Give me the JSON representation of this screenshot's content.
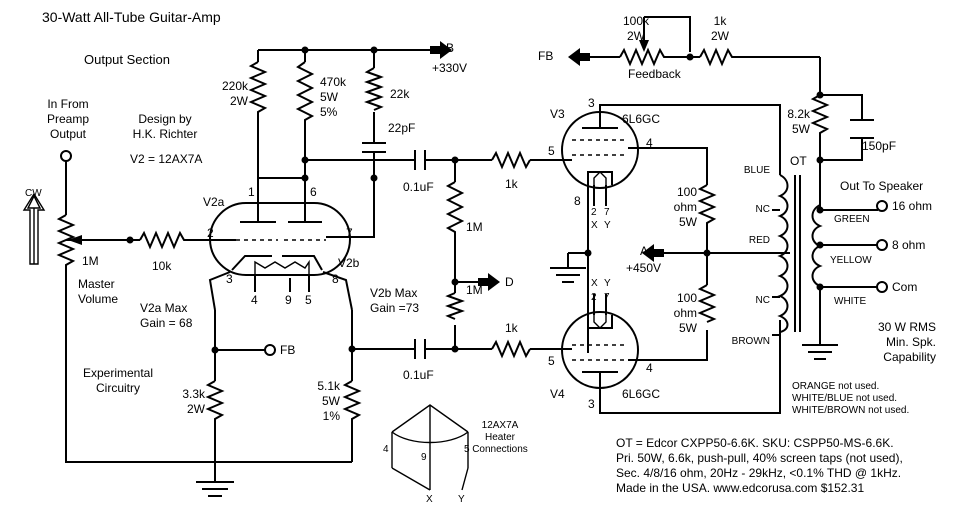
{
  "title": "30-Watt All-Tube Guitar-Amp",
  "subtitle": "Output Section",
  "design_credit": [
    "Design by",
    "H.K. Richter"
  ],
  "tube_note": "V2 = 12AX7A",
  "input_label": [
    "In From",
    "Preamp",
    "Output"
  ],
  "cw_label": "CW",
  "supply": {
    "b_label": "B",
    "b_voltage": "+330V",
    "a_label": "A",
    "a_voltage": "+450V",
    "d_label": "D",
    "fb_out": "FB",
    "fb_in": "FB"
  },
  "resistors": {
    "r220k": [
      "220k",
      "2W"
    ],
    "r470k": [
      "470k",
      "5W",
      "5%"
    ],
    "r22k": "22k",
    "r1m_master": "1M",
    "r10k": "10k",
    "r1k_top": "1k",
    "r1k_bot": "1k",
    "r1m_a": "1M",
    "r1m_b": "1M",
    "r100k_fb": [
      "100k",
      "2W"
    ],
    "r1k_fb": [
      "1k",
      "2W"
    ],
    "r8k2": [
      "8.2k",
      "5W"
    ],
    "r100_top": [
      "100",
      "ohm",
      "5W"
    ],
    "r100_bot": [
      "100",
      "ohm",
      "5W"
    ],
    "r3k3": [
      "3.3k",
      "2W"
    ],
    "r5k1": [
      "5.1k",
      "5W",
      "1%"
    ]
  },
  "capacitors": {
    "c22p": "22pF",
    "c01_top": "0.1uF",
    "c01_bot": "0.1uF",
    "c150p": "150pF"
  },
  "feedback_label": "Feedback",
  "master_volume": [
    "Master",
    "Volume"
  ],
  "v2a_gain": [
    "V2a Max",
    "Gain = 68"
  ],
  "v2b_gain": [
    "V2b Max",
    "Gain =73"
  ],
  "experimental": [
    "Experimental",
    "Circuitry"
  ],
  "tubes": {
    "v2a": "V2a",
    "v2b": "V2b",
    "v3": "V3",
    "v4": "V4",
    "v3_type": "6L6GC",
    "v4_type": "6L6GC"
  },
  "pins": {
    "v2": [
      "1",
      "6",
      "2",
      "7",
      "3",
      "8",
      "4",
      "9",
      "5"
    ],
    "v3": [
      "3",
      "5",
      "4",
      "8",
      "2",
      "7",
      "X",
      "Y"
    ],
    "v4": [
      "X",
      "Y",
      "2",
      "7",
      "5",
      "4",
      "3"
    ]
  },
  "heater": {
    "title": [
      "12AX7A",
      "Heater",
      "Connections"
    ],
    "pins": [
      "4",
      "9",
      "5",
      "X",
      "Y"
    ]
  },
  "transformer": {
    "ot": "OT",
    "taps": [
      "BLUE",
      "NC",
      "RED",
      "NC",
      "BROWN"
    ],
    "secondaries": [
      "GREEN",
      "YELLOW",
      "WHITE"
    ]
  },
  "speaker": {
    "title": "Out To Speaker",
    "taps": [
      "16 ohm",
      "8 ohm",
      "Com"
    ],
    "rating": [
      "30 W RMS",
      "Min. Spk.",
      "Capability"
    ]
  },
  "unused_wires": [
    "ORANGE not used.",
    "WHITE/BLUE not used.",
    "WHITE/BROWN not used."
  ],
  "ot_notes": [
    "OT = Edcor CXPP50-6.6K.  SKU:  CSPP50-MS-6.6K.",
    "Pri. 50W, 6.6k, push-pull, 40% screen taps (not used),",
    "Sec. 4/8/16 ohm, 20Hz - 29kHz, <0.1% THD @ 1kHz.",
    "Made in the USA.   www.edcorusa.com   $152.31"
  ]
}
